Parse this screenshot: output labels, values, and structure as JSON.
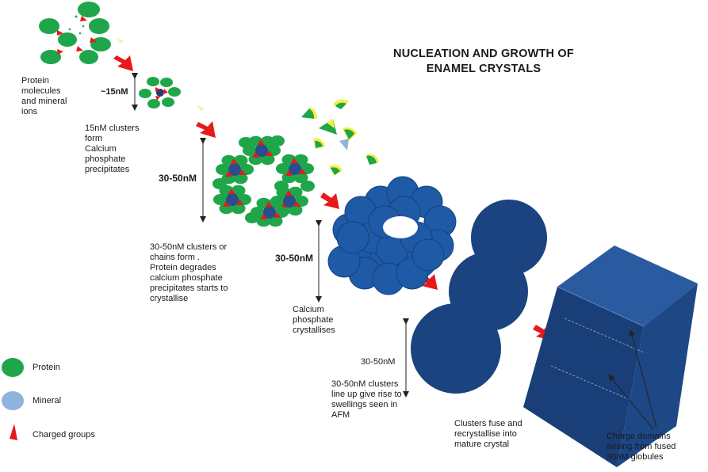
{
  "title": [
    "NUCLEATION AND GROWTH OF",
    "ENAMEL  CRYSTALS"
  ],
  "labels": {
    "protein_ions": "Protein\nmolecules\nand mineral\nions",
    "size_15": "~15nM",
    "clusters15": "15nM clusters\nform\nCalcium\nphosphate\nprecipitates",
    "size_3050_a": "30-50nM",
    "chains": "30-50nM clusters  or\nchains form .\nProtein degrades\ncalcium  phosphate\nprecipitates starts to\ncrystallise",
    "size_3050_b": "30-50nM",
    "crystallises": "Calcium\nphosphate\ncrystallises",
    "size_3050_c": "30-50nM",
    "lineup": "30-50nM clusters\nline up give rise to\nswellings seen  in\nAFM",
    "fuse": "Clusters  fuse and\nrecrystallise into\nmature crystal",
    "domains": "Charge domains\narising from fused\n30nM  globules"
  },
  "legend": [
    {
      "label": "Protein",
      "color": "#1fa64a"
    },
    {
      "label": "Mineral",
      "color": "#8fb3dc"
    },
    {
      "label": "Charged groups",
      "color": "#e8191c"
    }
  ],
  "colors": {
    "protein": "#1fa64a",
    "mineral": "#8fb3dc",
    "charge": "#e8191c",
    "cluster_blue": "#1f5aa6",
    "crystal_blue": "#1a4380",
    "yellow": "#f5ef3c"
  }
}
